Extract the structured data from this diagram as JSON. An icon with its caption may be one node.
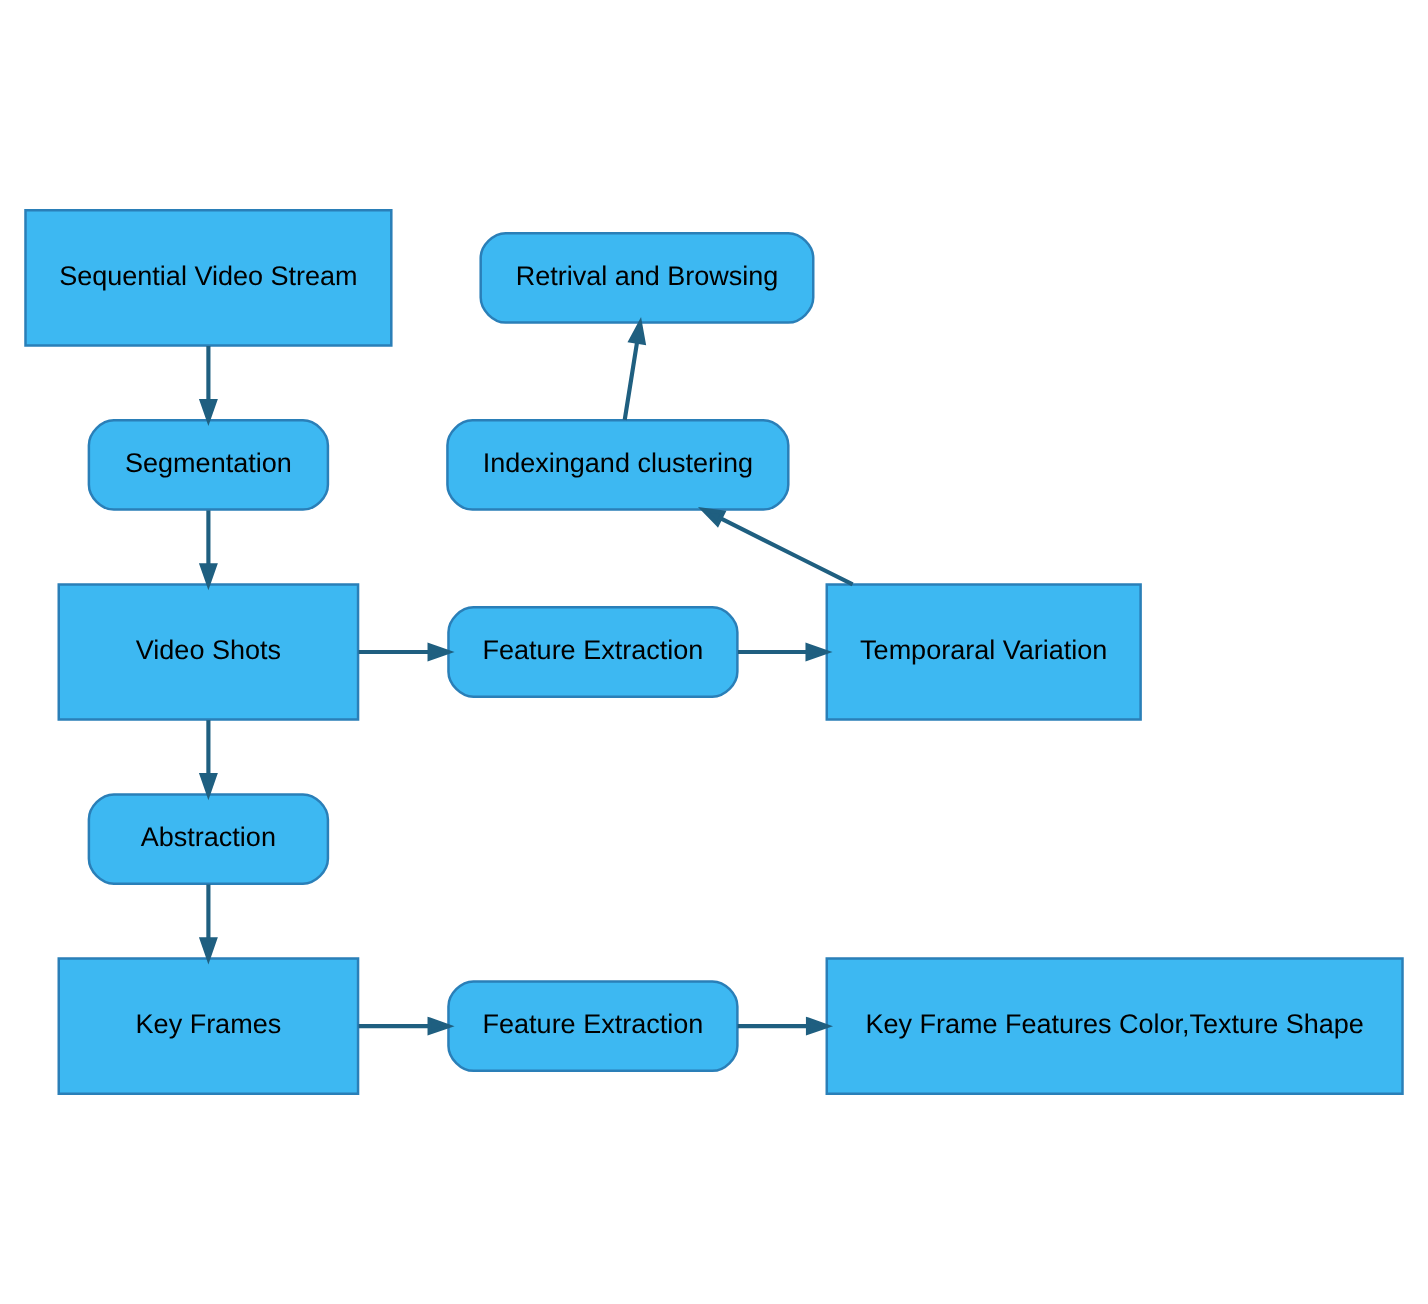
{
  "diagram": {
    "nodes": [
      {
        "text": [
          "Sequential Video Stream"
        ]
      },
      {
        "text": [
          "Segmentation"
        ]
      },
      {
        "text": [
          "Video Shots"
        ]
      },
      {
        "text": [
          "Abstraction"
        ]
      },
      {
        "text": [
          "Key Frames"
        ]
      },
      {
        "text": [
          "Feature Extraction"
        ]
      },
      {
        "text": [
          "Temporaral Variation"
        ]
      },
      {
        "text": [
          "Indexingand clustering"
        ]
      },
      {
        "text": [
          "Retrival and Browsing"
        ]
      },
      {
        "text": [
          "Feature Extraction"
        ]
      },
      {
        "text": [
          "Key Frame Features Color,Texture Shape"
        ]
      }
    ],
    "edges": [
      {
        "from": 0,
        "to": 1,
        "arrow": "to"
      },
      {
        "from": 1,
        "to": 2,
        "arrow": "to"
      },
      {
        "from": 2,
        "to": 5,
        "arrow": "to"
      },
      {
        "from": 5,
        "to": 6,
        "arrow": "to"
      },
      {
        "from": 6,
        "to": 7,
        "arrow": "to"
      },
      {
        "from": 7,
        "to": 8,
        "arrow": "to"
      },
      {
        "from": 2,
        "to": 3,
        "arrow": "to"
      },
      {
        "from": 3,
        "to": 4,
        "arrow": "to"
      },
      {
        "from": 4,
        "to": 9,
        "arrow": "to"
      },
      {
        "from": 9,
        "to": 10,
        "arrow": "to"
      }
    ]
  }
}
